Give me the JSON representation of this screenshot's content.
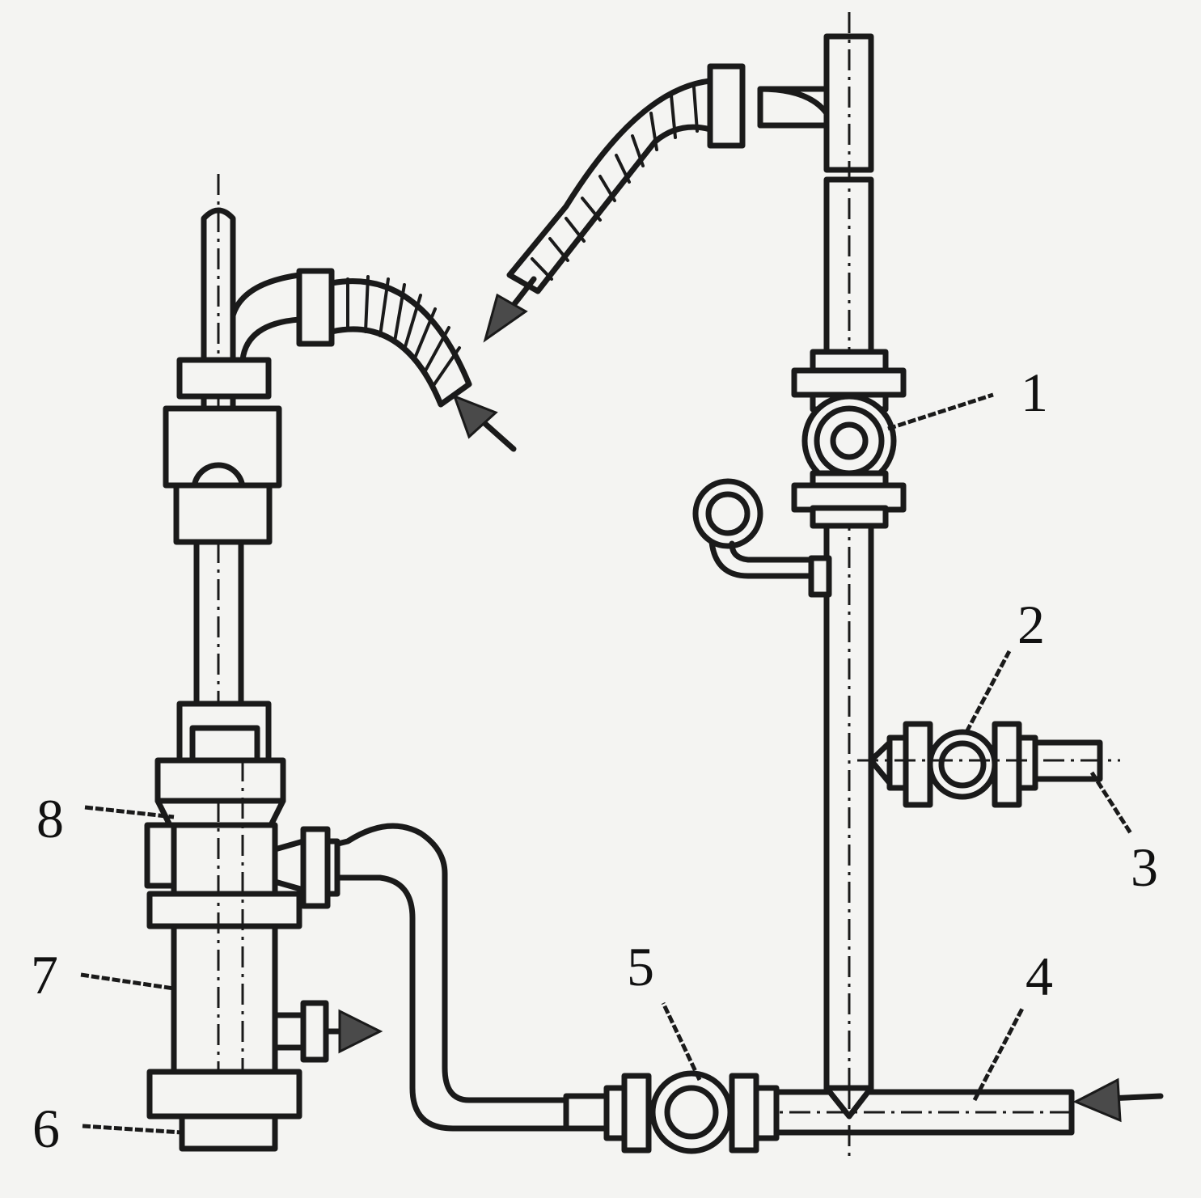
{
  "diagram": {
    "labels": [
      {
        "id": "1",
        "text": "1"
      },
      {
        "id": "2",
        "text": "2"
      },
      {
        "id": "3",
        "text": "3"
      },
      {
        "id": "4",
        "text": "4"
      },
      {
        "id": "5",
        "text": "5"
      },
      {
        "id": "6",
        "text": "6"
      },
      {
        "id": "7",
        "text": "7"
      },
      {
        "id": "8",
        "text": "8"
      }
    ],
    "colors": {
      "ink": "#1a1a1a",
      "paper": "#f4f4f2",
      "arrow_fill": "#4a4a4a"
    }
  }
}
